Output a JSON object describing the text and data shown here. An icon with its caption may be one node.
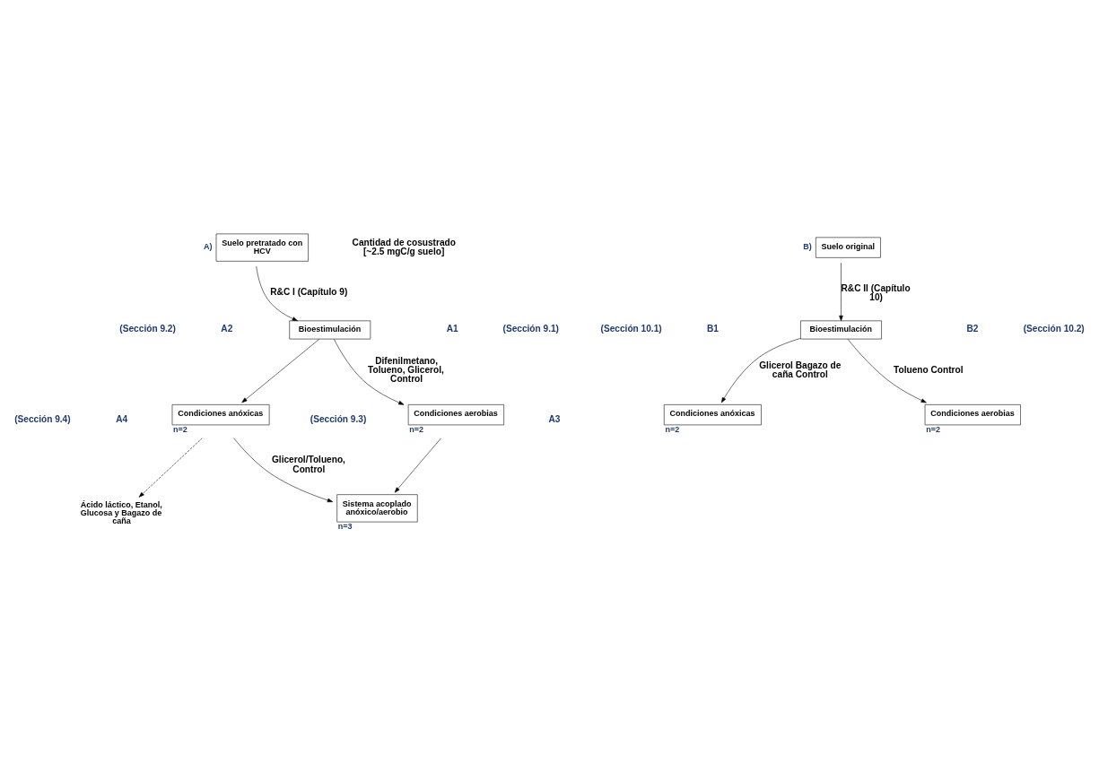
{
  "diagram": {
    "nodes": [
      {
        "text": [
          "Suelo pretratado con HCV"
        ],
        "beside": [
          "A)"
        ]
      },
      {
        "text": [
          "Bioestimulación"
        ]
      },
      {
        "text": [
          "Condiciones aerobias"
        ],
        "beside": [
          "n=2"
        ]
      },
      {
        "text": [
          "Condiciones anóxicas"
        ],
        "beside": [
          "n=2"
        ]
      },
      {
        "text": [
          "Sistema acoplado anóxico/aerobio"
        ],
        "beside": [
          "n=3"
        ]
      },
      {
        "text": [
          "Ácido láctico, Etanol, Glucosa y Bagazo de caña"
        ]
      },
      {
        "text": [
          "Suelo original"
        ],
        "beside": [
          "B)"
        ]
      },
      {
        "text": [
          "Bioestimulación"
        ]
      },
      {
        "text": [
          "Condiciones anóxicas"
        ],
        "beside": [
          "n=2"
        ]
      },
      {
        "text": [
          "Condiciones aerobias"
        ],
        "beside": [
          "n=2"
        ]
      }
    ],
    "edges": [
      {
        "from": 0,
        "to": 1,
        "arrow": "to",
        "label": "R&C I (Capítulo 9)"
      },
      {
        "from": 1,
        "to": 2,
        "arrow": "to",
        "label": "Difenilmetano, Tolueno, Glicerol, Control"
      },
      {
        "from": 1,
        "to": 3,
        "arrow": "to"
      },
      {
        "from": 2,
        "to": 4,
        "arrow": "to"
      },
      {
        "from": 3,
        "to": 4,
        "arrow": "to",
        "label": "Glicerol/Tolueno, Control"
      },
      {
        "from": 3,
        "to": 5,
        "arrow": "to",
        "style": "dashed"
      },
      {
        "from": 6,
        "to": 7,
        "arrow": "to",
        "label": "R&C II (Capítulo 10)"
      },
      {
        "from": 7,
        "to": 8,
        "arrow": "to",
        "label": "Glicerol Bagazo de caña Control"
      },
      {
        "from": 7,
        "to": 9,
        "arrow": "to",
        "label": "Tolueno Control"
      }
    ],
    "labels": [
      "Cantidad de cosustrado [~2.5 mgC/g suelo]",
      "A1",
      "(Sección 9.1)",
      "A2",
      "(Sección 9.2)",
      "A3",
      "(Sección 9.3)",
      "A4",
      "(Sección 9.4)",
      "B1",
      "(Sección 10.1)",
      "B2",
      "(Sección 10.2)"
    ]
  }
}
